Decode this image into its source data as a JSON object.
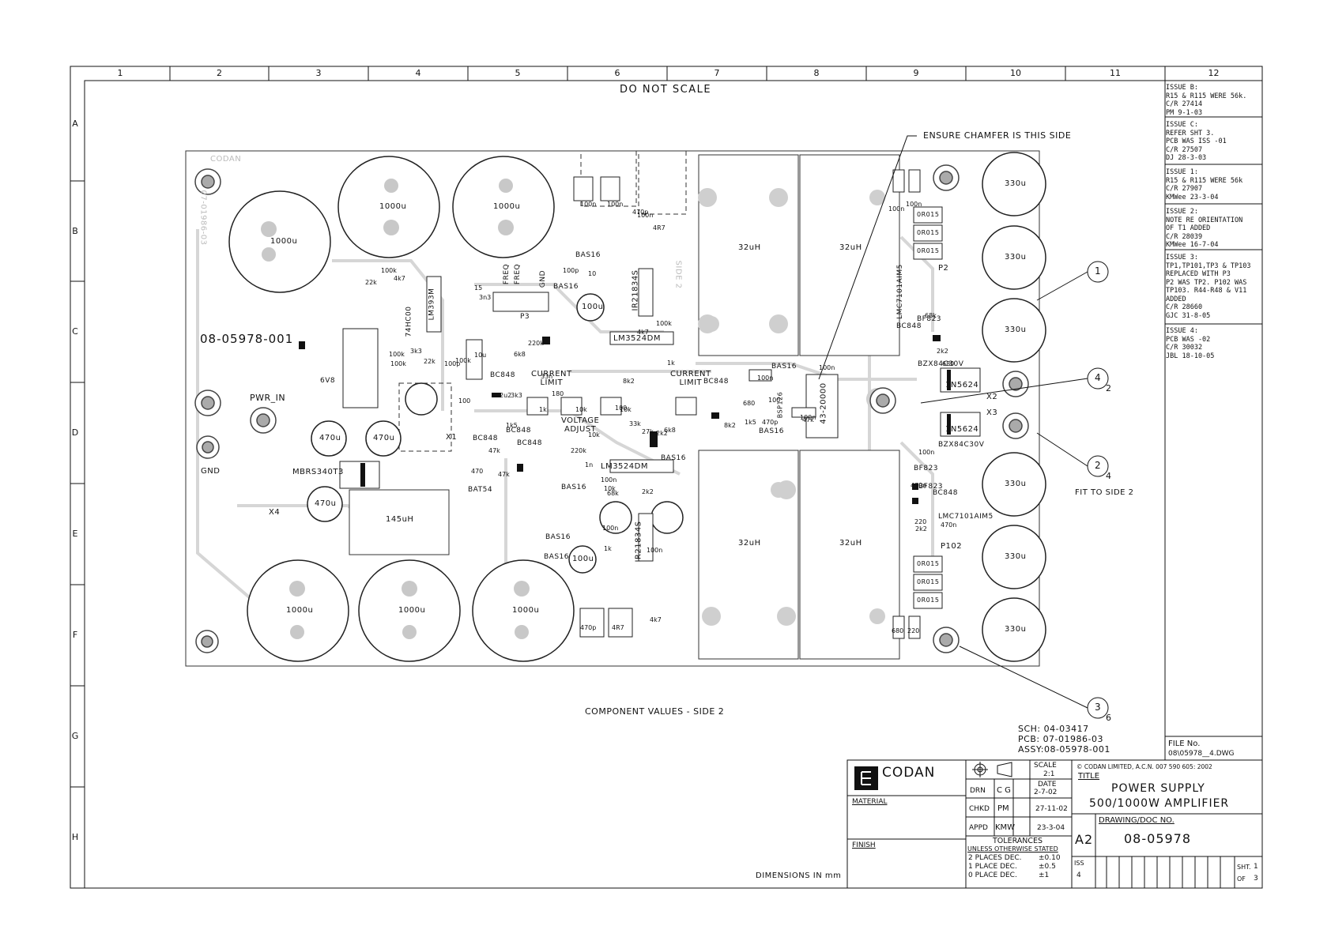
{
  "columns": [
    "1",
    "2",
    "3",
    "4",
    "5",
    "6",
    "7",
    "8",
    "9",
    "10",
    "11",
    "12"
  ],
  "rows": [
    "A",
    "B",
    "C",
    "D",
    "E",
    "F",
    "G",
    "H"
  ],
  "header_note": "DO NOT SCALE",
  "chamfer_note": "ENSURE CHAMFER IS THIS SIDE",
  "board": {
    "maker": "CODAN",
    "part_number": "08-05978-001",
    "vertical_pcb": "07-01986-03",
    "side2": "SIDE 2",
    "pwr_in": "PWR_IN",
    "gnd": "GND",
    "x1": "X1",
    "x2": "X2",
    "x3": "X3",
    "x4": "X4",
    "p2": "P2",
    "p3": "P3",
    "p102": "P102",
    "freq1": "FREQ",
    "freq2": "FREQ",
    "gnd_pin": "GND",
    "current_limit": "CURRENT\nLIMIT",
    "voltage_adjust": "VOLTAGE\nADJUST",
    "cap_1000u": "1000u",
    "cap_330u": "330u",
    "cap_470u": "470u",
    "cap_100u": "100u",
    "ind_32uh": "32uH",
    "ind_145uh": "145uH",
    "mbrs": "MBRS340T3",
    "ic_lm3524": "LM3524DM",
    "ic_ir2183": "IR21834S",
    "ic_74hc00": "74HC00",
    "ic_lm393": "LM393M",
    "ic_lmc7101": "LMC7101AIM5",
    "diode_1n5624": "1N5624",
    "zener": "BZX84C30V",
    "t1": "43-20000",
    "bsp": "BSP126",
    "r_0r015": "0R015",
    "bas16": "BAS16",
    "bc848": "BC848",
    "bf823": "BF823",
    "bat54": "BAT54",
    "v6v8": "6V8",
    "small_parts": [
      "100n",
      "100n",
      "470p",
      "4R7",
      "100p",
      "10",
      "15",
      "3n3",
      "100k",
      "4k7",
      "22k",
      "22k",
      "100k",
      "3k3",
      "100k",
      "100k",
      "100p",
      "10u",
      "6k8",
      "220k",
      "2u2",
      "3k3",
      "180",
      "1k",
      "10k",
      "10k",
      "100",
      "100",
      "47k",
      "1k5",
      "33n",
      "10k",
      "100k",
      "4k7",
      "1k",
      "8k2",
      "33k",
      "27k",
      "220k",
      "1n",
      "10k",
      "68k",
      "100n",
      "2k2",
      "100n",
      "1k",
      "100n",
      "4k7",
      "470p",
      "4R7",
      "100n",
      "100n",
      "100n",
      "100n",
      "68k",
      "2k2",
      "680",
      "470n",
      "220",
      "470n",
      "2k2",
      "680",
      "220",
      "100n",
      "100n",
      "100",
      "470p",
      "47k",
      "100n",
      "1k5",
      "680",
      "8k2",
      "2k2",
      "6k8",
      "470",
      "47k"
    ]
  },
  "callouts": [
    {
      "num": "1",
      "sub": ""
    },
    {
      "num": "4",
      "sub": "2"
    },
    {
      "num": "2",
      "sub": "4"
    },
    {
      "num": "3",
      "sub": "6"
    }
  ],
  "fit_note": "FIT TO SIDE 2",
  "component_values": "COMPONENT VALUES - SIDE 2",
  "sch_block": {
    "sch": "SCH: 04-03417",
    "pcb": "PCB: 07-01986-03",
    "assy": "ASSY:08-05978-001"
  },
  "dimensions_note": "DIMENSIONS IN mm",
  "revisions": [
    {
      "text": "ISSUE B:\nR15 & R115 WERE 56k.\nC/R 27414\nPM 9-1-03"
    },
    {
      "text": "ISSUE C:\nREFER SHT 3.\nPCB WAS ISS -01\nC/R 27507\nDJ 28-3-03"
    },
    {
      "text": "ISSUE 1:\nR15 & R115 WERE 56k\nC/R 27907\nKMWee 23-3-04"
    },
    {
      "text": "ISSUE 2:\nNOTE RE ORIENTATION\nOF T1 ADDED\nC/R 28039\nKMWee 16-7-04"
    },
    {
      "text": "ISSUE 3:\nTP1,TP101,TP3 & TP103\nREPLACED WITH P3\nP2 WAS TP2. P102 WAS\nTP103. R44-R48 & V11\nADDED\nC/R 28660\nGJC 31-8-05"
    },
    {
      "text": "ISSUE 4:\nPCB WAS -02\nC/R 30032\nJBL 18-10-05"
    }
  ],
  "file_no_label": "FILE No.",
  "file_no": "08\\05978__4.DWG",
  "title_block": {
    "logo": "CODAN",
    "material": "MATERIAL",
    "finish": "FINISH",
    "scale_label": "SCALE",
    "scale": "2:1",
    "date_label": "DATE",
    "drn_label": "DRN",
    "drn": "C G",
    "drn_date": "2-7-02",
    "chkd_label": "CHKD",
    "chkd": "PM",
    "chkd_date": "27-11-02",
    "appd_label": "APPD",
    "appd": "KMW",
    "appd_date": "23-3-04",
    "tol_title": "TOLERANCES",
    "tol_sub": "UNLESS OTHERWISE STATED",
    "tol_rows": [
      {
        "label": "2 PLACES DEC.",
        "val": "±0.10"
      },
      {
        "label": "1 PLACE DEC.",
        "val": "±0.5"
      },
      {
        "label": "0 PLACE DEC.",
        "val": "±1"
      }
    ],
    "copyright": "© CODAN LIMITED, A.C.N. 007 590 605: 2002",
    "title_label": "TITLE",
    "title1": "POWER SUPPLY",
    "title2": "500/1000W AMPLIFIER",
    "doc_label": "DRAWING/DOC NO.",
    "size": "A2",
    "doc_no": "08-05978",
    "iss_label": "ISS",
    "iss": "4",
    "sht_label": "SHT.",
    "sht": "1",
    "of_label": "OF",
    "of": "3"
  }
}
